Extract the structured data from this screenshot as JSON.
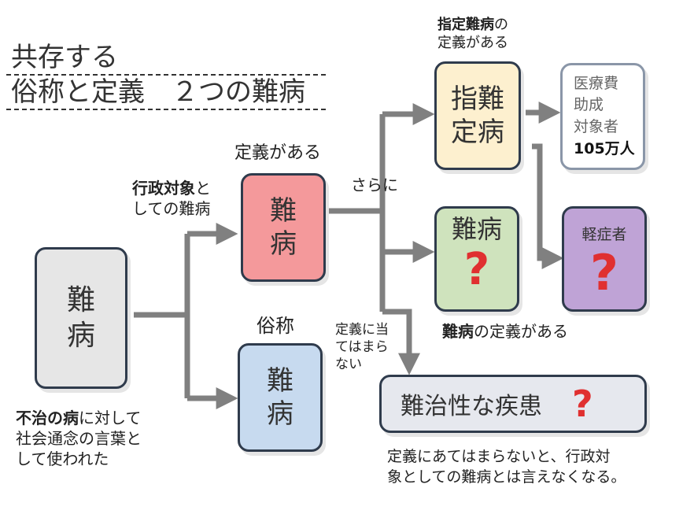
{
  "title": {
    "line1": "共存する",
    "line2": "俗称と定義　２つの難病"
  },
  "left_box": {
    "line1": "難",
    "line2": "病"
  },
  "left_caption": {
    "bold": "不治の病",
    "rest1": "に対して",
    "line2": "社会通念の言葉と",
    "line3": "して使われた"
  },
  "admin_label": {
    "bold": "行政対象",
    "rest1": "と",
    "line2": "しての難病"
  },
  "red_box": {
    "header": "定義がある",
    "line1": "難",
    "line2": "病"
  },
  "blue_box": {
    "header": "俗称",
    "line1": "難",
    "line2": "病"
  },
  "sarani": "さらに",
  "designated_box": {
    "header_bold": "指定難病",
    "header_rest": "の",
    "header_line2": "定義がある",
    "line1": "指難",
    "line2": "定病"
  },
  "subsidy_box": {
    "line1": "医療費",
    "line2": "助成",
    "line3": "対象者",
    "count": "105万人"
  },
  "green_box": {
    "title": "難病",
    "mark": "?",
    "caption_bold": "難病",
    "caption_rest": "の定義がある"
  },
  "purple_box": {
    "title": "軽症者",
    "mark": "?"
  },
  "not_def_label": {
    "line1": "定義に当",
    "line2": "てはまら",
    "line3": "ない"
  },
  "intractable_box": {
    "text": "難治性な疾患",
    "mark": "?"
  },
  "bottom_note": {
    "line1": "定義にあてはまらないと、行政対",
    "line2": "象としての難病とは言えなくなる。"
  },
  "colors": {
    "arrow": "#808080",
    "border": "#2f3b4c",
    "left_fill": "#e6e6e6",
    "red_fill": "#f4999b",
    "blue_fill": "#c7daef",
    "designated_fill": "#fdf0cf",
    "green_fill": "#cfe3bd",
    "purple_fill": "#bfa3d6",
    "question": "#e03030"
  }
}
